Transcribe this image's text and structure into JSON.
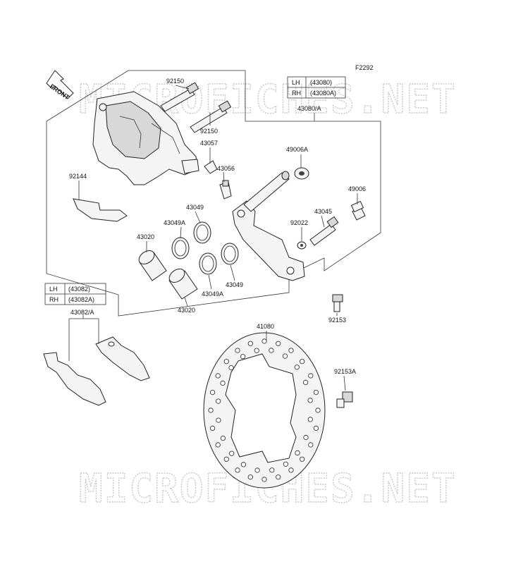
{
  "figure_code": "F2292",
  "front_label": "FRONT",
  "watermark": "MICROFICHES.NET",
  "caliper_table": {
    "rows": [
      {
        "side": "LH",
        "code": "(43080)"
      },
      {
        "side": "RH",
        "code": "(43080A)"
      }
    ]
  },
  "pad_table": {
    "rows": [
      {
        "side": "LH",
        "code": "(43082)"
      },
      {
        "side": "RH",
        "code": "(43082A)"
      }
    ]
  },
  "parts": {
    "p92150a": "92150",
    "p92150b": "92150",
    "p43080": "43080/A",
    "p43057": "43057",
    "p43056": "43056",
    "p49006a": "49006A",
    "p49006": "49006",
    "p92144": "92144",
    "p43049a": "43049",
    "p43049A1": "43049A",
    "p43045": "43045",
    "p92022": "92022",
    "p43020a": "43020",
    "p43049A2": "43049A",
    "p43049b": "43049",
    "p43020b": "43020",
    "p92153": "92153",
    "p43082": "43082/A",
    "p41080": "41080",
    "p92153A": "92153A"
  }
}
